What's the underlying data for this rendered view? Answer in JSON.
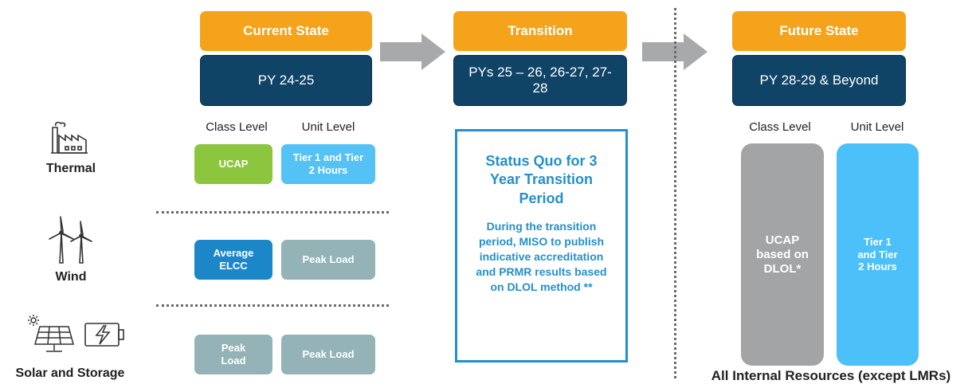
{
  "columns": {
    "current": {
      "header": "Current State",
      "period": "PY 24-25"
    },
    "transition": {
      "header": "Transition",
      "period": "PYs 25 – 26, 26-27, 27-28"
    },
    "future": {
      "header": "Future State",
      "period": "PY 28-29 & Beyond"
    }
  },
  "current_levels": {
    "class": "Class Level",
    "unit": "Unit Level"
  },
  "future_levels": {
    "class": "Class Level",
    "unit": "Unit Level"
  },
  "rows": {
    "thermal": {
      "label": "Thermal",
      "class_value": "UCAP",
      "unit_value": "Tier 1 and Tier 2 Hours"
    },
    "wind": {
      "label": "Wind",
      "class_value": "Average ELCC",
      "unit_value": "Peak Load"
    },
    "solar": {
      "label": "Solar and Storage",
      "class_value": "Peak Load",
      "unit_value": "Peak Load"
    }
  },
  "status_box": {
    "title": "Status Quo for 3 Year Transition Period",
    "body": "During the transition period, MISO to publish indicative accreditation and PRMR results based on DLOL method **"
  },
  "future_values": {
    "class_value": "UCAP based on DLOL*",
    "unit_value": "Tier 1 and Tier 2 Hours"
  },
  "future_caption": "All Internal Resources (except LMRs)",
  "colors": {
    "header_orange": "#f5a31a",
    "period_navy": "#0f4466",
    "status_blue": "#2290cf",
    "green": "#8cc63f",
    "light_blue": "#55c2f5",
    "mid_blue": "#1b86c8",
    "teal_grey": "#93b3b7",
    "grey": "#a3a4a6"
  },
  "icons": [
    "factory-icon",
    "wind-turbine-icon",
    "solar-panel-icon",
    "battery-charging-icon",
    "right-arrow-icon"
  ]
}
